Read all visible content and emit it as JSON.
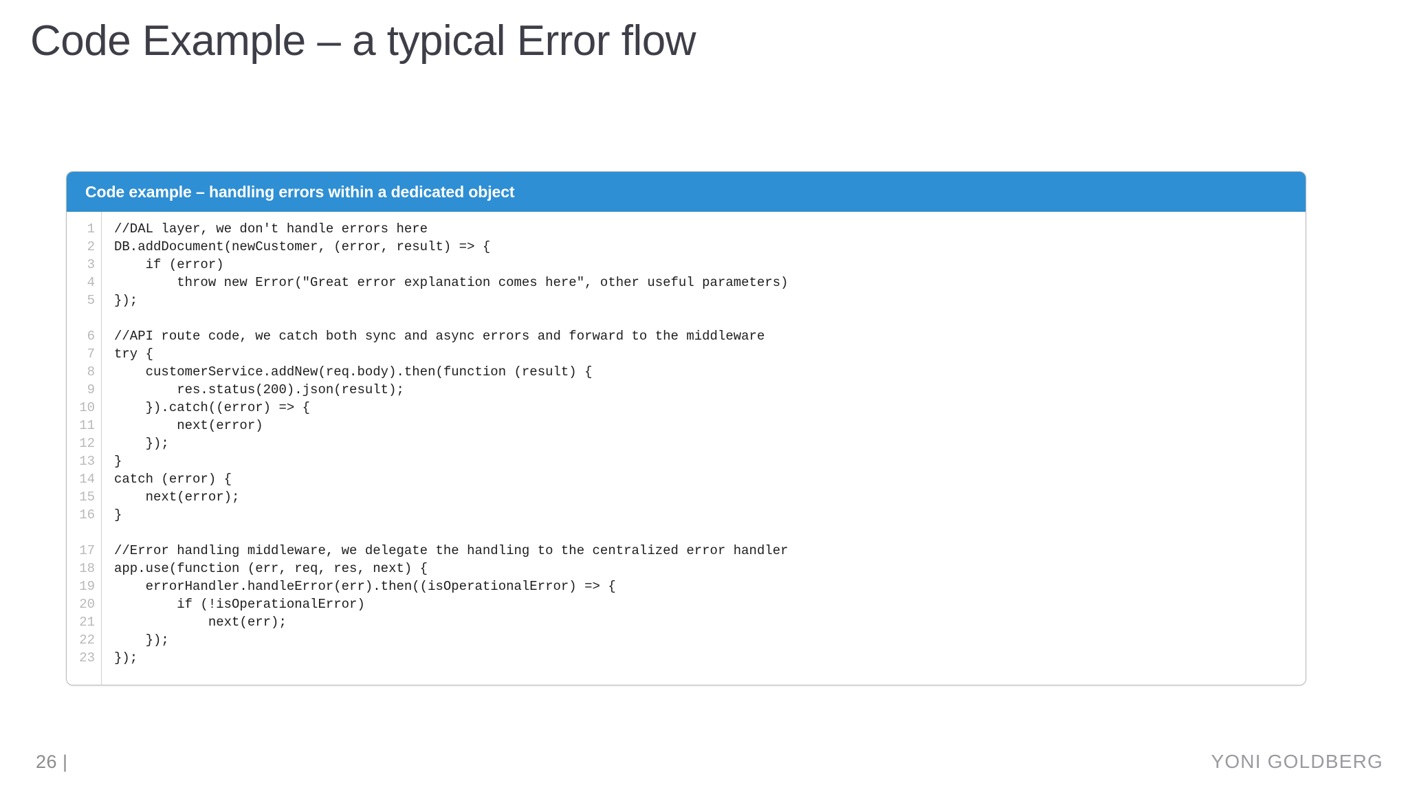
{
  "slide": {
    "title": "Code Example – a typical Error flow",
    "page_number": "26 |",
    "brand": "YONI GOLDBERG",
    "accent_color": "#2e8fd4",
    "title_color": "#3e3e48",
    "footer_color": "#9a9aa0"
  },
  "code_card": {
    "header_title": "Code example – handling errors within a dedicated object",
    "language": "javascript",
    "line_numbers": [
      "1",
      "2",
      "3",
      "4",
      "5",
      "",
      "6",
      "7",
      "8",
      "9",
      "10",
      "11",
      "12",
      "13",
      "14",
      "15",
      "16",
      "",
      "17",
      "18",
      "19",
      "20",
      "21",
      "22",
      "23"
    ],
    "lines": [
      "//DAL layer, we don't handle errors here",
      "DB.addDocument(newCustomer, (error, result) => {",
      "    if (error)",
      "        throw new Error(\"Great error explanation comes here\", other useful parameters)",
      "});",
      "",
      "//API route code, we catch both sync and async errors and forward to the middleware",
      "try {",
      "    customerService.addNew(req.body).then(function (result) {",
      "        res.status(200).json(result);",
      "    }).catch((error) => {",
      "        next(error)",
      "    });",
      "}",
      "catch (error) {",
      "    next(error);",
      "}",
      "",
      "//Error handling middleware, we delegate the handling to the centralized error handler",
      "app.use(function (err, req, res, next) {",
      "    errorHandler.handleError(err).then((isOperationalError) => {",
      "        if (!isOperationalError)",
      "            next(err);",
      "    });",
      "});"
    ]
  }
}
